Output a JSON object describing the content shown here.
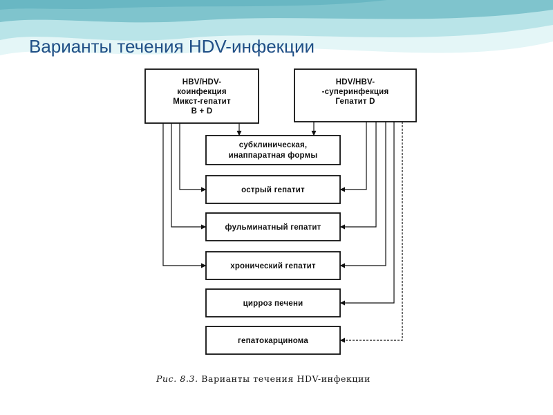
{
  "slide": {
    "title": "Варианты течения HDV-инфекции"
  },
  "diagram": {
    "sources": {
      "coinfection": [
        "HBV/HDV-",
        "коинфекция",
        "Микст-гепатит",
        "B + D"
      ],
      "superinfection": [
        "HDV/HBV-",
        "-суперинфекция",
        "Гепатит D"
      ]
    },
    "outcomes": [
      [
        "субклиническая,",
        "инаппаратная формы"
      ],
      [
        "острый гепатит"
      ],
      [
        "фульминатный гепатит"
      ],
      [
        "хронический гепатит"
      ],
      [
        "цирроз печени"
      ],
      [
        "гепатокарцинома"
      ]
    ]
  },
  "caption": {
    "label": "Рис. 8.3.",
    "text": "Варианты течения HDV-инфекции"
  },
  "colors": {
    "title": "#1f4f86",
    "wave_light": "#cfeef0",
    "wave_mid": "#8ecfd6",
    "wave_dark": "#4fa9b8",
    "ink": "#111111"
  }
}
